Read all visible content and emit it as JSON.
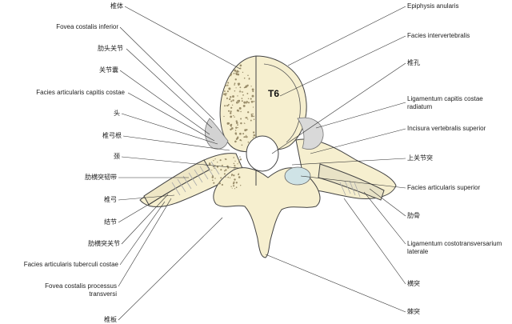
{
  "vertebra_label": "T6",
  "left_labels": [
    "椎体",
    "Fovea costalis inferior",
    "肋头关节",
    "关节囊",
    "Facies articularis capitis costae",
    "头",
    "椎弓根",
    "颈",
    "肋横突韧带",
    "椎弓",
    "结节",
    "肋横突关节",
    "Facies articularis tuberculi costae",
    "Fovea costalis processus transversi",
    "椎板"
  ],
  "right_labels": [
    "Epiphysis anularis",
    "Facies intervertebralis",
    "椎孔",
    "Ligamentum capitis costae radiatum",
    "Incisura vertebralis superior",
    "上关节突",
    "Facies articularis superior",
    "肋骨",
    "Ligamentum costotransversarium laterale",
    "横突",
    "棘突"
  ],
  "colors": {
    "bone": "#f6efcf",
    "bone_outline": "#444444",
    "spongy_dots": "#9a8d6a",
    "cartilage": "#cfe3e6",
    "ligament": "#c9c9c9",
    "leader": "#333333"
  }
}
